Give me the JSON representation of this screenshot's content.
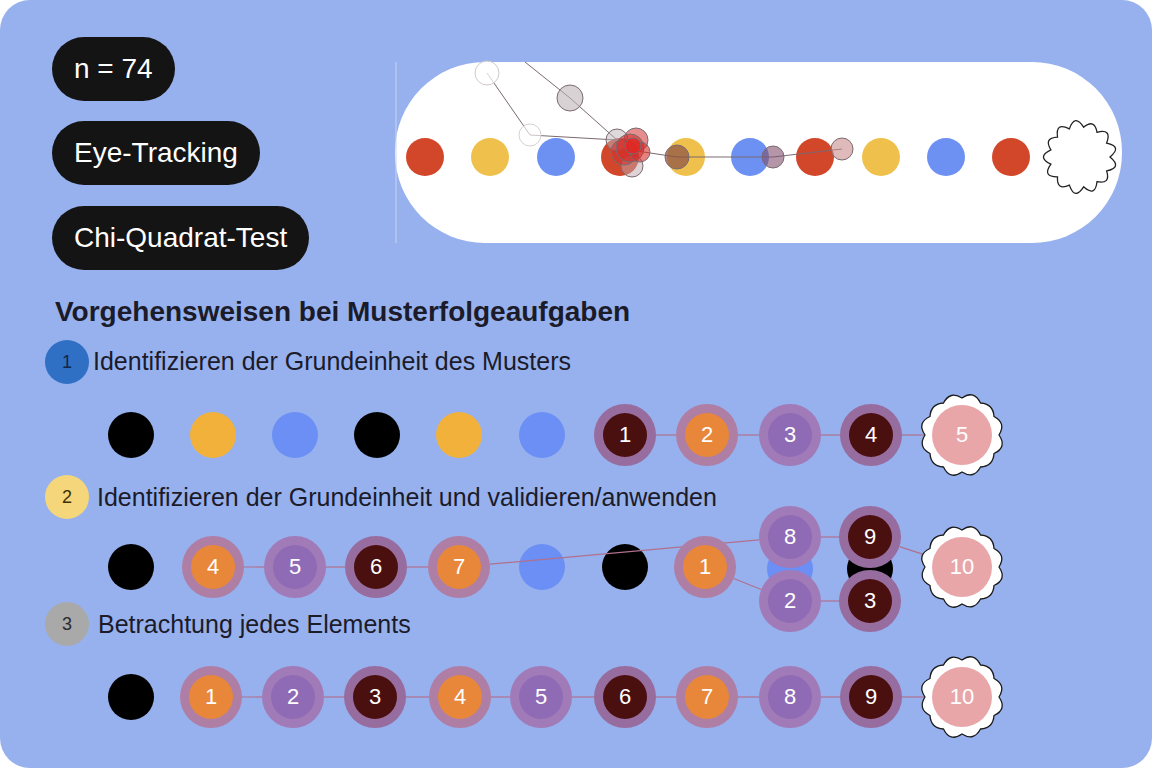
{
  "diagram": {
    "title": "Vorgehensweisen bei Musterfolgeaufgaben",
    "nodes": [
      {
        "text": [
          "n = 74"
        ]
      },
      {
        "text": [
          "Eye-Tracking"
        ]
      },
      {
        "text": [
          "Chi-Quadrat-Test"
        ]
      },
      {
        "text": [
          "1"
        ]
      },
      {
        "text": [
          "1"
        ]
      },
      {
        "text": [
          "2"
        ]
      },
      {
        "text": [
          "3"
        ]
      },
      {
        "text": [
          "4"
        ]
      },
      {
        "text": [
          "5"
        ]
      },
      {
        "text": [
          "2"
        ]
      },
      {
        "text": [
          "4"
        ]
      },
      {
        "text": [
          "5"
        ]
      },
      {
        "text": [
          "6"
        ]
      },
      {
        "text": [
          "7"
        ]
      },
      {
        "text": [
          "1"
        ]
      },
      {
        "text": [
          "8"
        ]
      },
      {
        "text": [
          "2"
        ]
      },
      {
        "text": [
          "9"
        ]
      },
      {
        "text": [
          "3"
        ]
      },
      {
        "text": [
          "10"
        ]
      },
      {
        "text": [
          "3"
        ]
      },
      {
        "text": [
          "1"
        ]
      },
      {
        "text": [
          "2"
        ]
      },
      {
        "text": [
          "3"
        ]
      },
      {
        "text": [
          "4"
        ]
      },
      {
        "text": [
          "5"
        ]
      },
      {
        "text": [
          "6"
        ]
      },
      {
        "text": [
          "7"
        ]
      },
      {
        "text": [
          "8"
        ]
      },
      {
        "text": [
          "9"
        ]
      },
      {
        "text": [
          "10"
        ]
      }
    ],
    "edges": [
      {
        "from": 4,
        "to": 5,
        "arrow": "none"
      },
      {
        "from": 5,
        "to": 6,
        "arrow": "none"
      },
      {
        "from": 6,
        "to": 7,
        "arrow": "none"
      },
      {
        "from": 7,
        "to": 8,
        "arrow": "none"
      },
      {
        "from": 14,
        "to": 16,
        "arrow": "none"
      },
      {
        "from": 16,
        "to": 18,
        "arrow": "none"
      },
      {
        "from": 10,
        "to": 11,
        "arrow": "none"
      },
      {
        "from": 11,
        "to": 12,
        "arrow": "none"
      },
      {
        "from": 12,
        "to": 13,
        "arrow": "none"
      },
      {
        "from": 13,
        "to": 15,
        "arrow": "none"
      },
      {
        "from": 15,
        "to": 17,
        "arrow": "none"
      },
      {
        "from": 17,
        "to": 19,
        "arrow": "none"
      },
      {
        "from": 21,
        "to": 22,
        "arrow": "none"
      },
      {
        "from": 22,
        "to": 23,
        "arrow": "none"
      },
      {
        "from": 23,
        "to": 24,
        "arrow": "none"
      },
      {
        "from": 24,
        "to": 25,
        "arrow": "none"
      },
      {
        "from": 25,
        "to": 26,
        "arrow": "none"
      },
      {
        "from": 26,
        "to": 27,
        "arrow": "none"
      },
      {
        "from": 27,
        "to": 28,
        "arrow": "none"
      },
      {
        "from": 28,
        "to": 29,
        "arrow": "none"
      },
      {
        "from": 29,
        "to": 30,
        "arrow": "none"
      }
    ],
    "labels": [
      "Identifizieren der Grundeinheit des Musters",
      "Identifizieren der Grundeinheit und validieren/anwenden",
      "Betrachtung jedes Elements"
    ]
  }
}
